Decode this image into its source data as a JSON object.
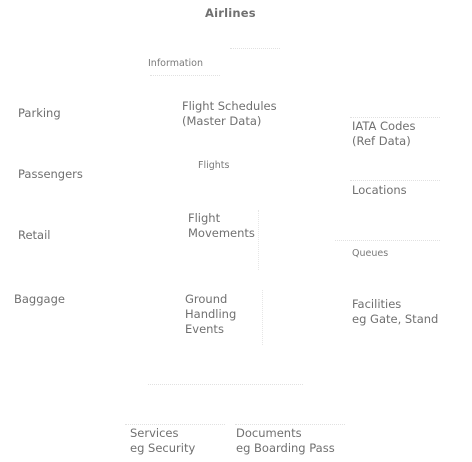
{
  "diagram": {
    "title": "Airlines",
    "labels": {
      "information": "Information",
      "flights": "Flights",
      "queues": "Queues"
    },
    "nodes": {
      "parking": "Parking",
      "passengers": "Passengers",
      "retail": "Retail",
      "baggage": "Baggage",
      "flight_schedules_1": "Flight Schedules",
      "flight_schedules_2": "(Master Data)",
      "flight_movements_1": "Flight",
      "flight_movements_2": "Movements",
      "ground_handling_1": "Ground",
      "ground_handling_2": "Handling",
      "ground_handling_3": "Events",
      "iata_codes_1": "IATA Codes",
      "iata_codes_2": "(Ref Data)",
      "locations": "Locations",
      "facilities_1": "Facilities",
      "facilities_2": "eg Gate, Stand",
      "services_1": "Services",
      "services_2": "eg Security",
      "documents_1": "Documents",
      "documents_2": "eg Boarding Pass"
    }
  }
}
